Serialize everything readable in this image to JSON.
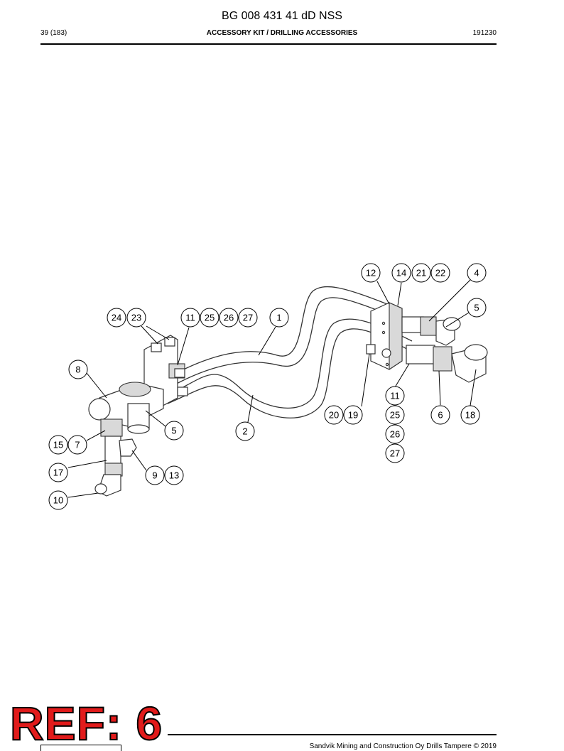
{
  "header": {
    "document_code": "BG 008 431 41 dD NSS",
    "page_number": "39 (183)",
    "section_title": "ACCESSORY KIT / DRILLING ACCESSORIES",
    "date_code": "191230"
  },
  "stamp": {
    "text": "REF: 6",
    "color": "#e11b1b"
  },
  "footer": {
    "copyright": "Sandvik Mining and Construction Oy Drills Tampere © 2019"
  },
  "callouts": [
    {
      "label": "12"
    },
    {
      "label": "14"
    },
    {
      "label": "21"
    },
    {
      "label": "22"
    },
    {
      "label": "4"
    },
    {
      "label": "5"
    },
    {
      "label": "24"
    },
    {
      "label": "23"
    },
    {
      "label": "11"
    },
    {
      "label": "25"
    },
    {
      "label": "26"
    },
    {
      "label": "27"
    },
    {
      "label": "1"
    },
    {
      "label": "8"
    },
    {
      "label": "11"
    },
    {
      "label": "20"
    },
    {
      "label": "19"
    },
    {
      "label": "25"
    },
    {
      "label": "6"
    },
    {
      "label": "18"
    },
    {
      "label": "26"
    },
    {
      "label": "27"
    },
    {
      "label": "5"
    },
    {
      "label": "2"
    },
    {
      "label": "15"
    },
    {
      "label": "7"
    },
    {
      "label": "17"
    },
    {
      "label": "9"
    },
    {
      "label": "13"
    },
    {
      "label": "10"
    }
  ]
}
